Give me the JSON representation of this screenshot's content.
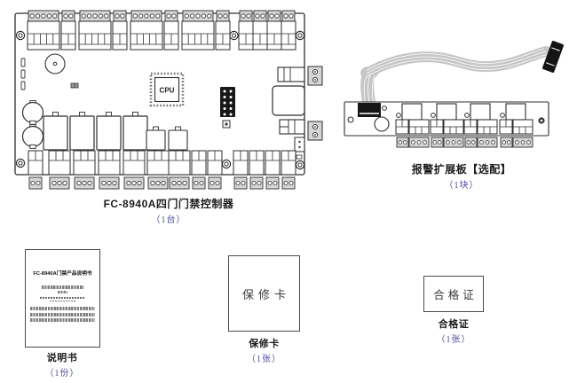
{
  "accent_color": "#4d4d9e",
  "line_color": "#2e2e2e",
  "items": {
    "controller": {
      "name": "FC-8940A四门门禁控制器",
      "count": "（1台）",
      "cpu_label": "CPU"
    },
    "expansion_board": {
      "name": "报警扩展板【选配】",
      "count": "（1块）"
    },
    "manual": {
      "name": "说明书",
      "count": "（1份）",
      "cover_title": "FC-8940A门禁产品说明书"
    },
    "warranty_card": {
      "name": "保修卡",
      "count": "（1张）",
      "card_text": "保修卡"
    },
    "certificate": {
      "name": "合格证",
      "count": "（1张）",
      "card_text": "合格证"
    }
  }
}
